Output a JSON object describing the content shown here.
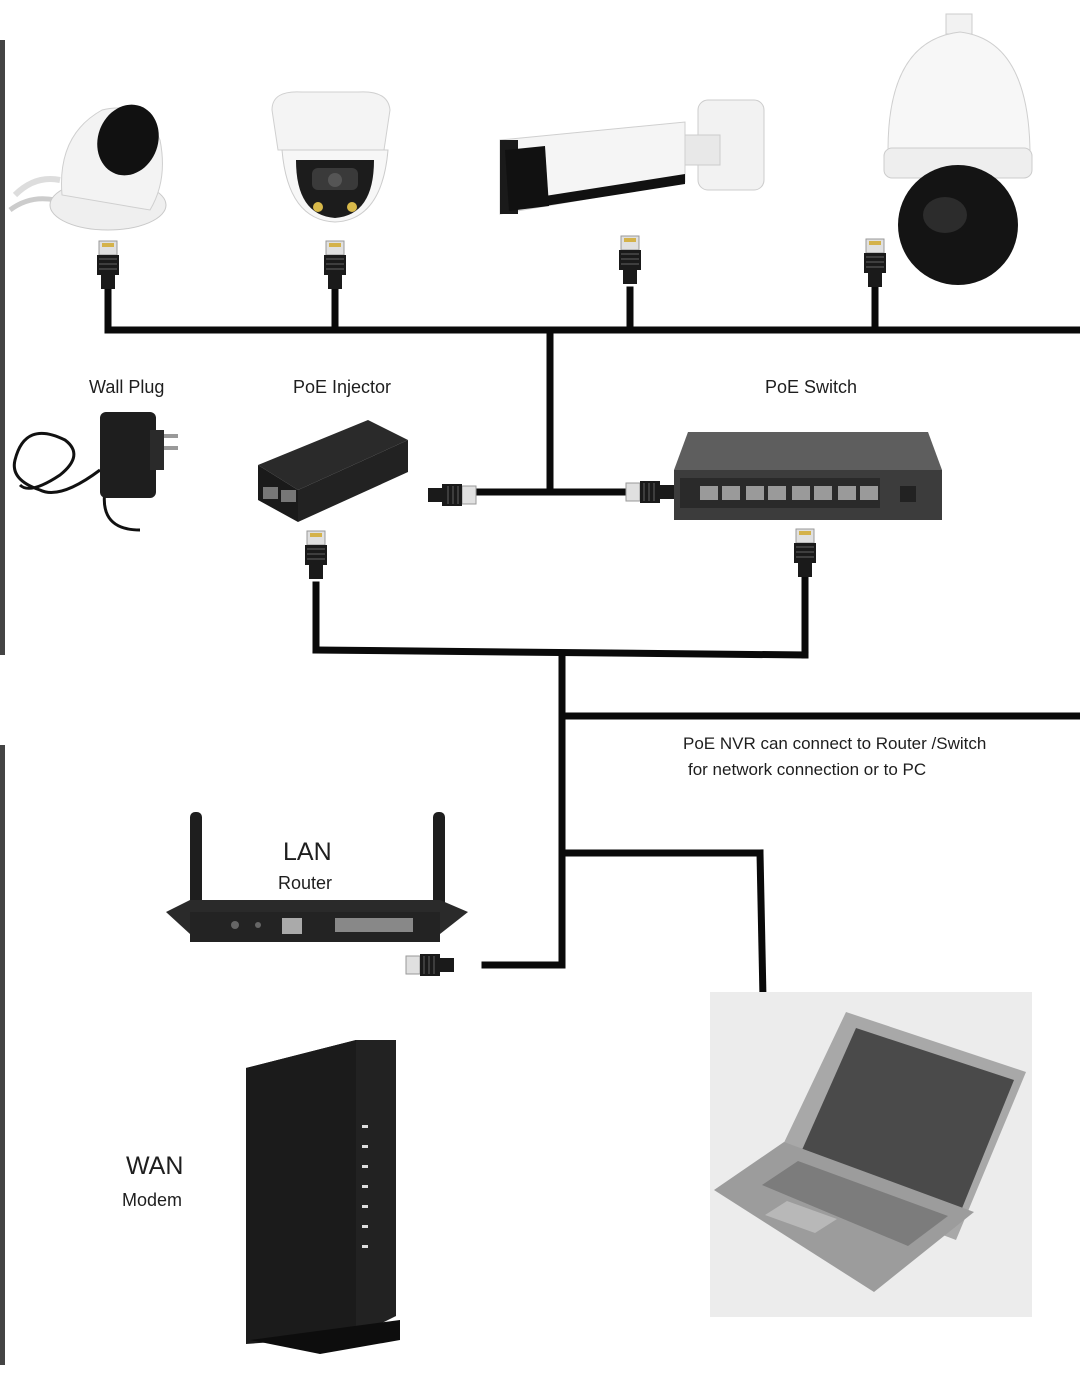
{
  "labels": {
    "wall_plug": "Wall Plug",
    "poe_injector": "PoE Injector",
    "poe_switch": "PoE Switch",
    "nvr_note_line1": "PoE NVR can connect to Router /Switch",
    "nvr_note_line2": "for network connection or to PC",
    "lan": "LAN",
    "router": "Router",
    "wan": "WAN",
    "modem": "Modem"
  },
  "devices": {
    "cameras": [
      "turret-camera",
      "dome-camera",
      "bullet-camera",
      "ptz-camera"
    ],
    "power": [
      "wall-plug-adapter",
      "poe-injector",
      "poe-switch"
    ],
    "network": [
      "lan-router",
      "wan-modem",
      "laptop-pc"
    ]
  },
  "colors": {
    "cable": "#0a0a0a",
    "device_dark": "#2b2b2b",
    "camera_body": "#f1f1f1",
    "laptop": "#9a9a9a",
    "laptop_bg": "#ececec"
  }
}
